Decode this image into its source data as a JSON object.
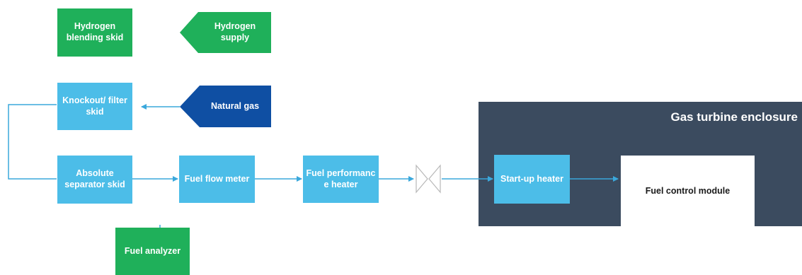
{
  "nodes": {
    "hydrogen_blending": "Hydrogen blending skid",
    "hydrogen_supply": "Hydrogen supply",
    "knockout_filter": "Knockout/ filter skid",
    "natural_gas": "Natural gas",
    "absolute_separator": "Absolute separator skid",
    "fuel_flow_meter": "Fuel flow meter",
    "fuel_performance_heater": "Fuel performanc e heater",
    "fuel_analyzer": "Fuel analyzer",
    "startup_heater": "Start-up heater",
    "fuel_control_module": "Fuel control module"
  },
  "enclosure": {
    "title": "Gas turbine enclosure"
  },
  "colors": {
    "green": "#1fb05a",
    "light_blue": "#4cbde8",
    "dark_blue": "#0f4fa3",
    "enclosure": "#3b4b5f",
    "line": "#3aa8dc"
  }
}
